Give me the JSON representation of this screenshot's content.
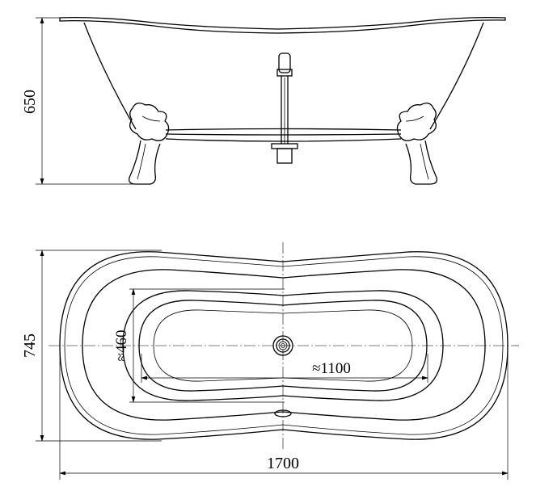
{
  "side_view": {
    "height_label": "650"
  },
  "top_view": {
    "depth_label": "745",
    "basin_width_label": "≈460",
    "basin_length_label": "≈1100",
    "overall_length_label": "1700"
  }
}
